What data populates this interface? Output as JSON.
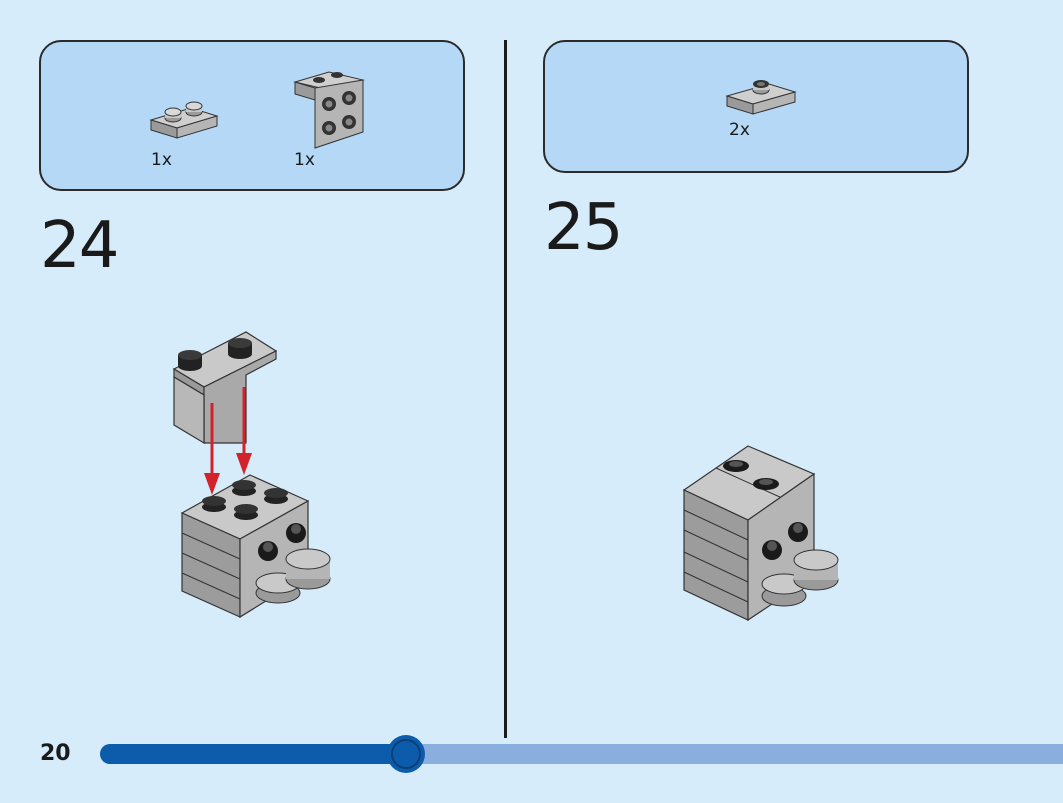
{
  "page": {
    "number": "20",
    "background": "#d6ecfb"
  },
  "progress": {
    "fraction": 0.318,
    "fill_color": "#0d5cac",
    "track_color": "#8aaede"
  },
  "steps": [
    {
      "number": "24",
      "parts": [
        {
          "icon": "plate-1x2-gray",
          "qty": "1x"
        },
        {
          "icon": "bracket-1x2-2x2-gray",
          "qty": "1x"
        }
      ],
      "model_icon": "seal-model-with-bracket-and-arrows"
    },
    {
      "number": "25",
      "parts": [
        {
          "icon": "jumper-plate-1x2-gray",
          "qty": "2x"
        }
      ],
      "model_icon": "seal-model-finished"
    }
  ],
  "colors": {
    "part_box": "#b4d8f5",
    "brick_gray": "#a9a9a9",
    "arrow_red": "#d2232a"
  }
}
